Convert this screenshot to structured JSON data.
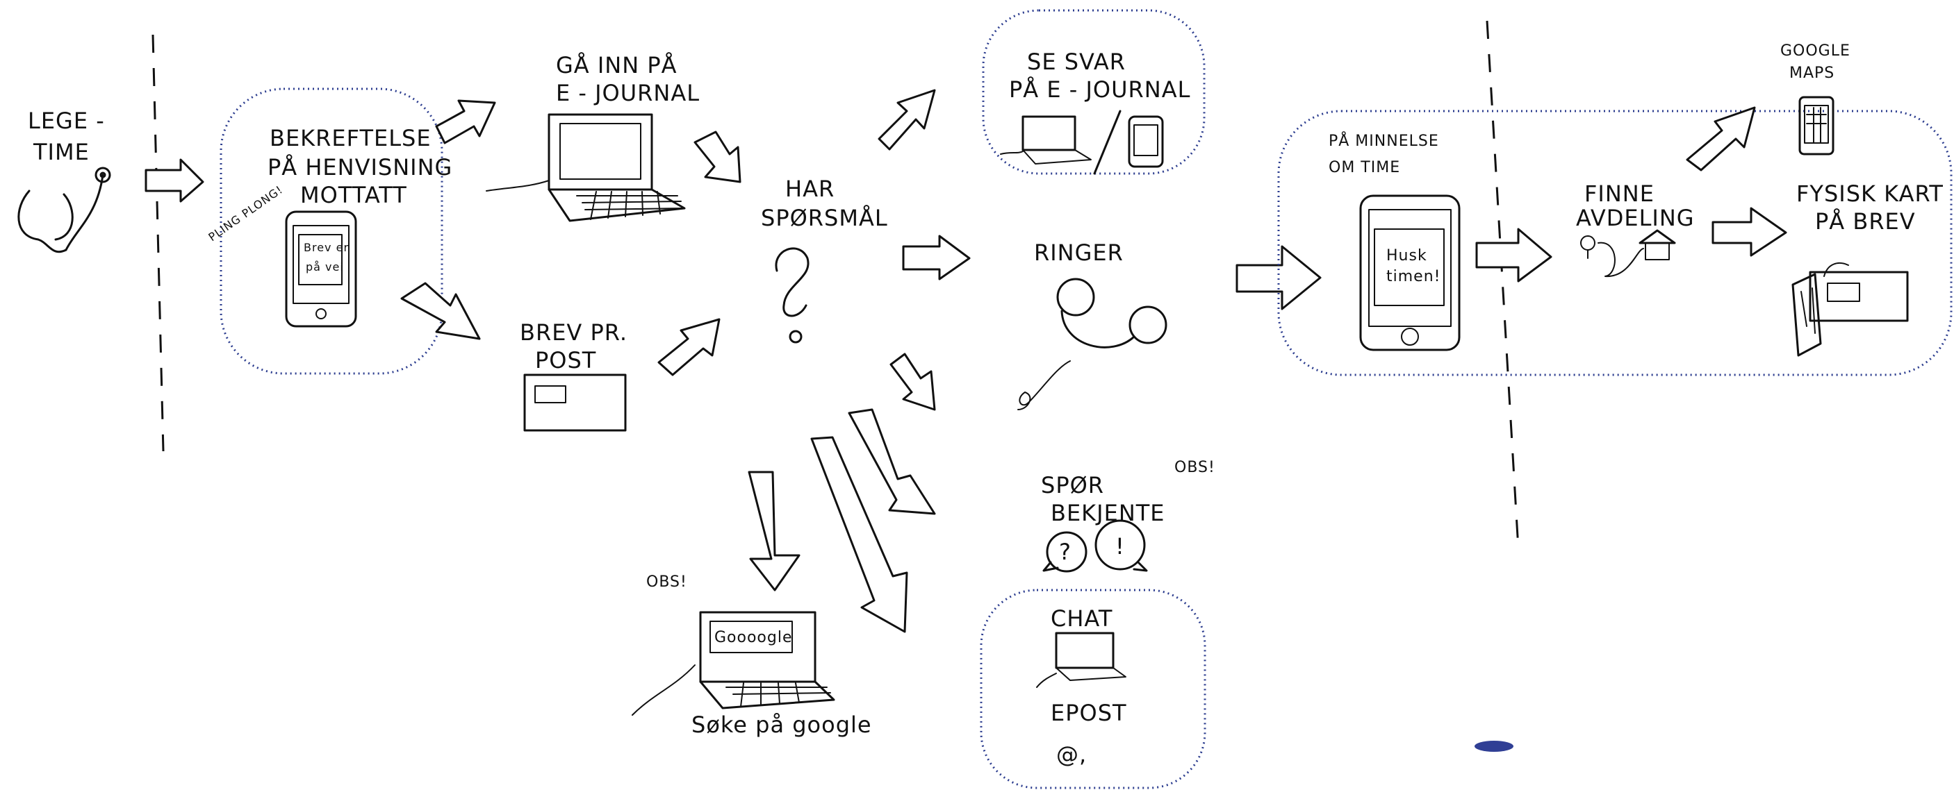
{
  "labels": {
    "legetime_1": "LEGE -",
    "legetime_2": "TIME",
    "bekreftelse_1": "BEKREFTELSE",
    "bekreftelse_2": "PÅ HENVISNING",
    "bekreftelse_3": "MOTTATT",
    "pling": "PLING PLONG!",
    "phone_note_1": "Brev er",
    "phone_note_2": "på vei",
    "ga_inn_1": "GÅ INN PÅ",
    "ga_inn_2": "E - JOURNAL",
    "brev_1": "BREV PR.",
    "brev_2": "POST",
    "har_1": "HAR",
    "har_2": "SPØRSMÅL",
    "se_svar_1": "SE SVAR",
    "se_svar_2": "PÅ E - JOURNAL",
    "ringer": "RINGER",
    "obs_left": "OBS!",
    "google_screen": "Goooogle",
    "soke": "Søke på google",
    "spor_1": "SPØR",
    "spor_2": "BEKJENTE",
    "obs_right": "OBS!",
    "q_mark": "?",
    "excl_mark": "!",
    "chat": "CHAT",
    "epost": "EPOST",
    "at_sign": "@,",
    "paminnelse_1": "PÅ MINNELSE",
    "paminnelse_2": "OM TIME",
    "husk_1": "Husk",
    "husk_2": "timen!",
    "finne_1": "FINNE",
    "finne_2": "AVDELING",
    "google_maps_1": "GOOGLE",
    "google_maps_2": "MAPS",
    "fysisk_1": "FYSISK KART",
    "fysisk_2": "PÅ BREV"
  },
  "colors": {
    "ink": "#111111",
    "dotted_box": "#2c3d8f",
    "background": "#ffffff"
  }
}
